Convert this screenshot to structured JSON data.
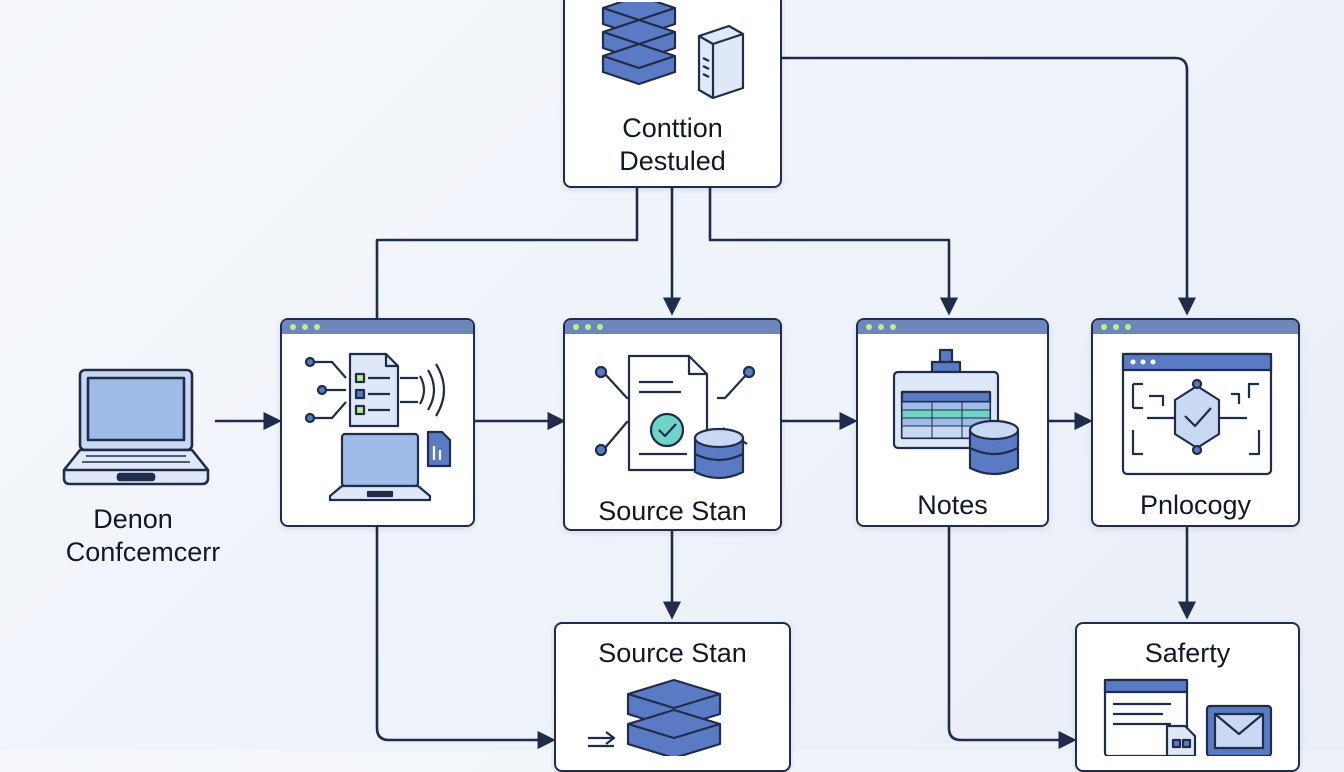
{
  "nodes": {
    "top": {
      "line1": "Conttion",
      "line2": "Destuled"
    },
    "left": {
      "line1": "Denon",
      "line2": "Confcemcerr"
    },
    "source": {
      "label": "Source Stan"
    },
    "notes": {
      "label": "Notes"
    },
    "pnlocogy": {
      "label": "Pnlocogy"
    },
    "source_bottom": {
      "label": "Source Stan"
    },
    "safety": {
      "label": "Saferty"
    }
  },
  "colors": {
    "line": "#1f2d4a",
    "accent_blue": "#5a7bc4",
    "accent_light": "#c9d8f3",
    "window_bar": "#6f86bd",
    "dot_green": "#b7f08a"
  }
}
